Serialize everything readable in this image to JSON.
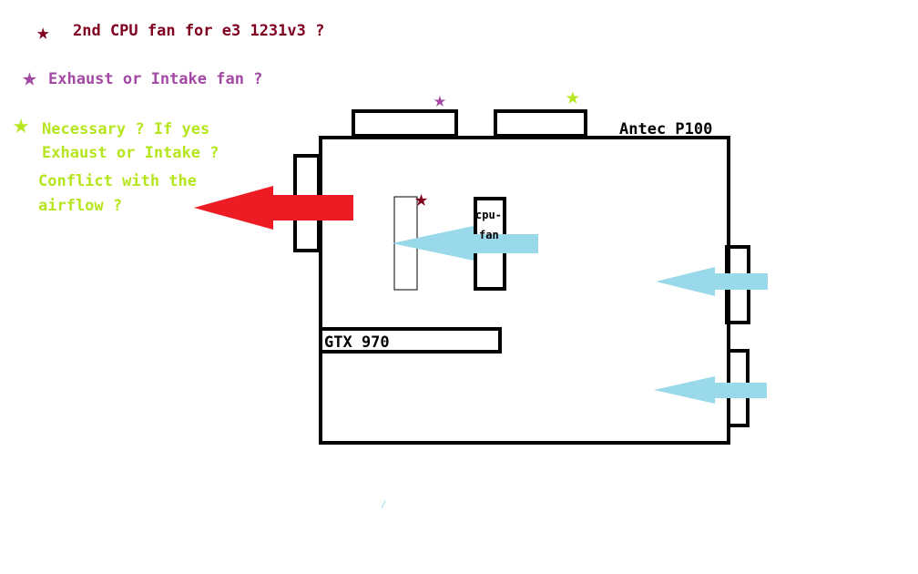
{
  "legend": [
    {
      "icon": "dark-red-star",
      "color": "#800020",
      "text": "2nd CPU fan for e3 1231v3 ?"
    },
    {
      "icon": "purple-star",
      "color": "#a349a4",
      "text": "Exhaust or Intake fan ?"
    },
    {
      "icon": "green-star",
      "color": "#b5e61d",
      "lines": [
        "Necessary ? If yes",
        "Exhaust or Intake ?",
        "Conflict with the",
        "airflow ?"
      ]
    }
  ],
  "case_label": "Antec P100",
  "gpu_label": "GTX 970",
  "cpu_fan_label": [
    "cpu-",
    "fan"
  ],
  "stray_mark": "/",
  "colors": {
    "outline": "#000000",
    "exhaust_arrow": "#ed1c24",
    "intake_arrow": "#99d9ea",
    "dark_red": "#800020",
    "purple": "#a349a4",
    "green": "#b5e61d"
  }
}
